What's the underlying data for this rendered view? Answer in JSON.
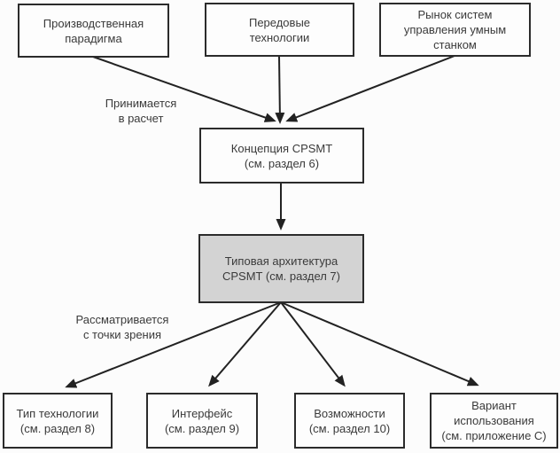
{
  "diagram": {
    "title": "CPSMT concept and architecture flow diagram",
    "nodes": {
      "production_paradigm": {
        "label": "Производственная\nпарадигма"
      },
      "advanced_technologies": {
        "label": "Передовые\nтехнологии"
      },
      "smart_machine_market": {
        "label": "Рынок систем\nуправления умным\nстанком"
      },
      "cpsmt_concept": {
        "label": "Концепция CPSMT\n(см. раздел 6)"
      },
      "cpsmt_architecture": {
        "label": "Типовая архитектура\nCPSMT (см. раздел 7)"
      },
      "technology_type": {
        "label": "Тип технологии\n(см. раздел 8)"
      },
      "interface": {
        "label": "Интерфейс\n(см. раздел 9)"
      },
      "capabilities": {
        "label": "Возможности\n(см. раздел 10)"
      },
      "use_case": {
        "label": "Вариант\nиспользования\n(см. приложение C)"
      }
    },
    "edge_labels": {
      "taken_into_account": "Принимается\nв расчет",
      "considered_from_viewpoint": "Рассматривается\nс точки зрения"
    },
    "edges": [
      {
        "from": "production_paradigm",
        "to": "cpsmt_concept"
      },
      {
        "from": "advanced_technologies",
        "to": "cpsmt_concept"
      },
      {
        "from": "smart_machine_market",
        "to": "cpsmt_concept"
      },
      {
        "from": "cpsmt_concept",
        "to": "cpsmt_architecture"
      },
      {
        "from": "cpsmt_architecture",
        "to": "technology_type"
      },
      {
        "from": "cpsmt_architecture",
        "to": "interface"
      },
      {
        "from": "cpsmt_architecture",
        "to": "capabilities"
      },
      {
        "from": "cpsmt_architecture",
        "to": "use_case"
      }
    ],
    "colors": {
      "background": "#fcfcfc",
      "node_fill": "#fdfdfd",
      "highlight_fill": "#d3d3d3",
      "line": "#222222",
      "text": "#3a3a3a"
    }
  }
}
